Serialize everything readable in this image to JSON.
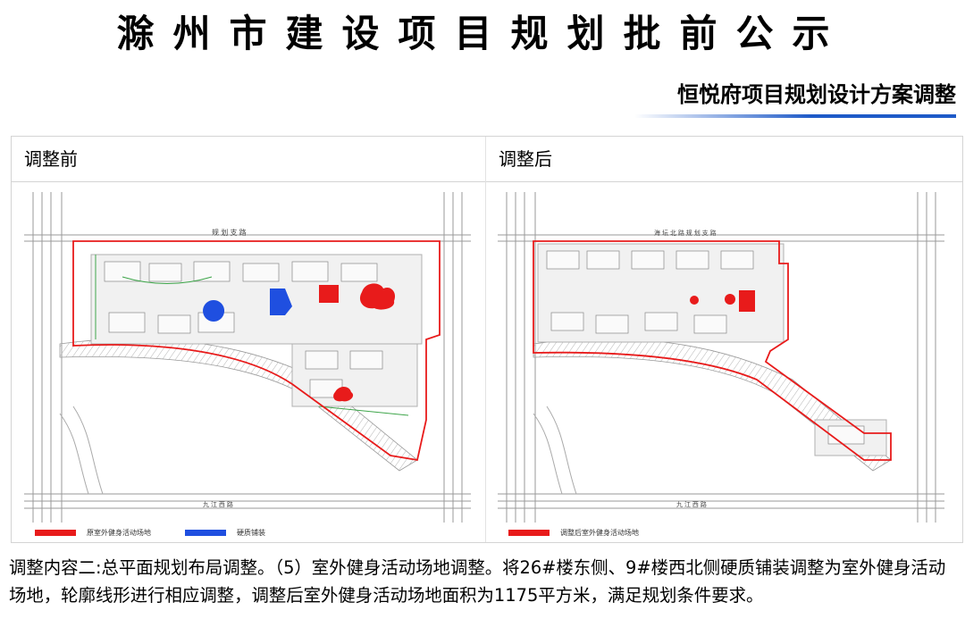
{
  "header": {
    "title": "滁州市建设项目规划批前公示",
    "subtitle": "恒悦府项目规划设计方案调整",
    "accent_color": "#1e5ac8"
  },
  "panels": {
    "before": {
      "label": "调整前",
      "road_top": "规 划 支 路",
      "road_bottom": "九 江 西 路",
      "legend": [
        {
          "label": "原室外健身活动场地",
          "color": "#e81b1b"
        },
        {
          "label": "硬质铺装",
          "color": "#1f4fe0"
        }
      ]
    },
    "after": {
      "label": "调整后",
      "road_top": "海 坛 北 路 规 划 支 路",
      "road_bottom": "九 江 西 路",
      "legend": [
        {
          "label": "调整后室外健身活动场地",
          "color": "#e81b1b"
        }
      ]
    }
  },
  "description": "调整内容二:总平面规划布局调整。（5）室外健身活动场地调整。将26#楼东侧、9#楼西北侧硬质铺装调整为室外健身活动场地，轮廓线形进行相应调整，调整后室外健身活动场地面积为1175平方米，满足规划条件要求。"
}
